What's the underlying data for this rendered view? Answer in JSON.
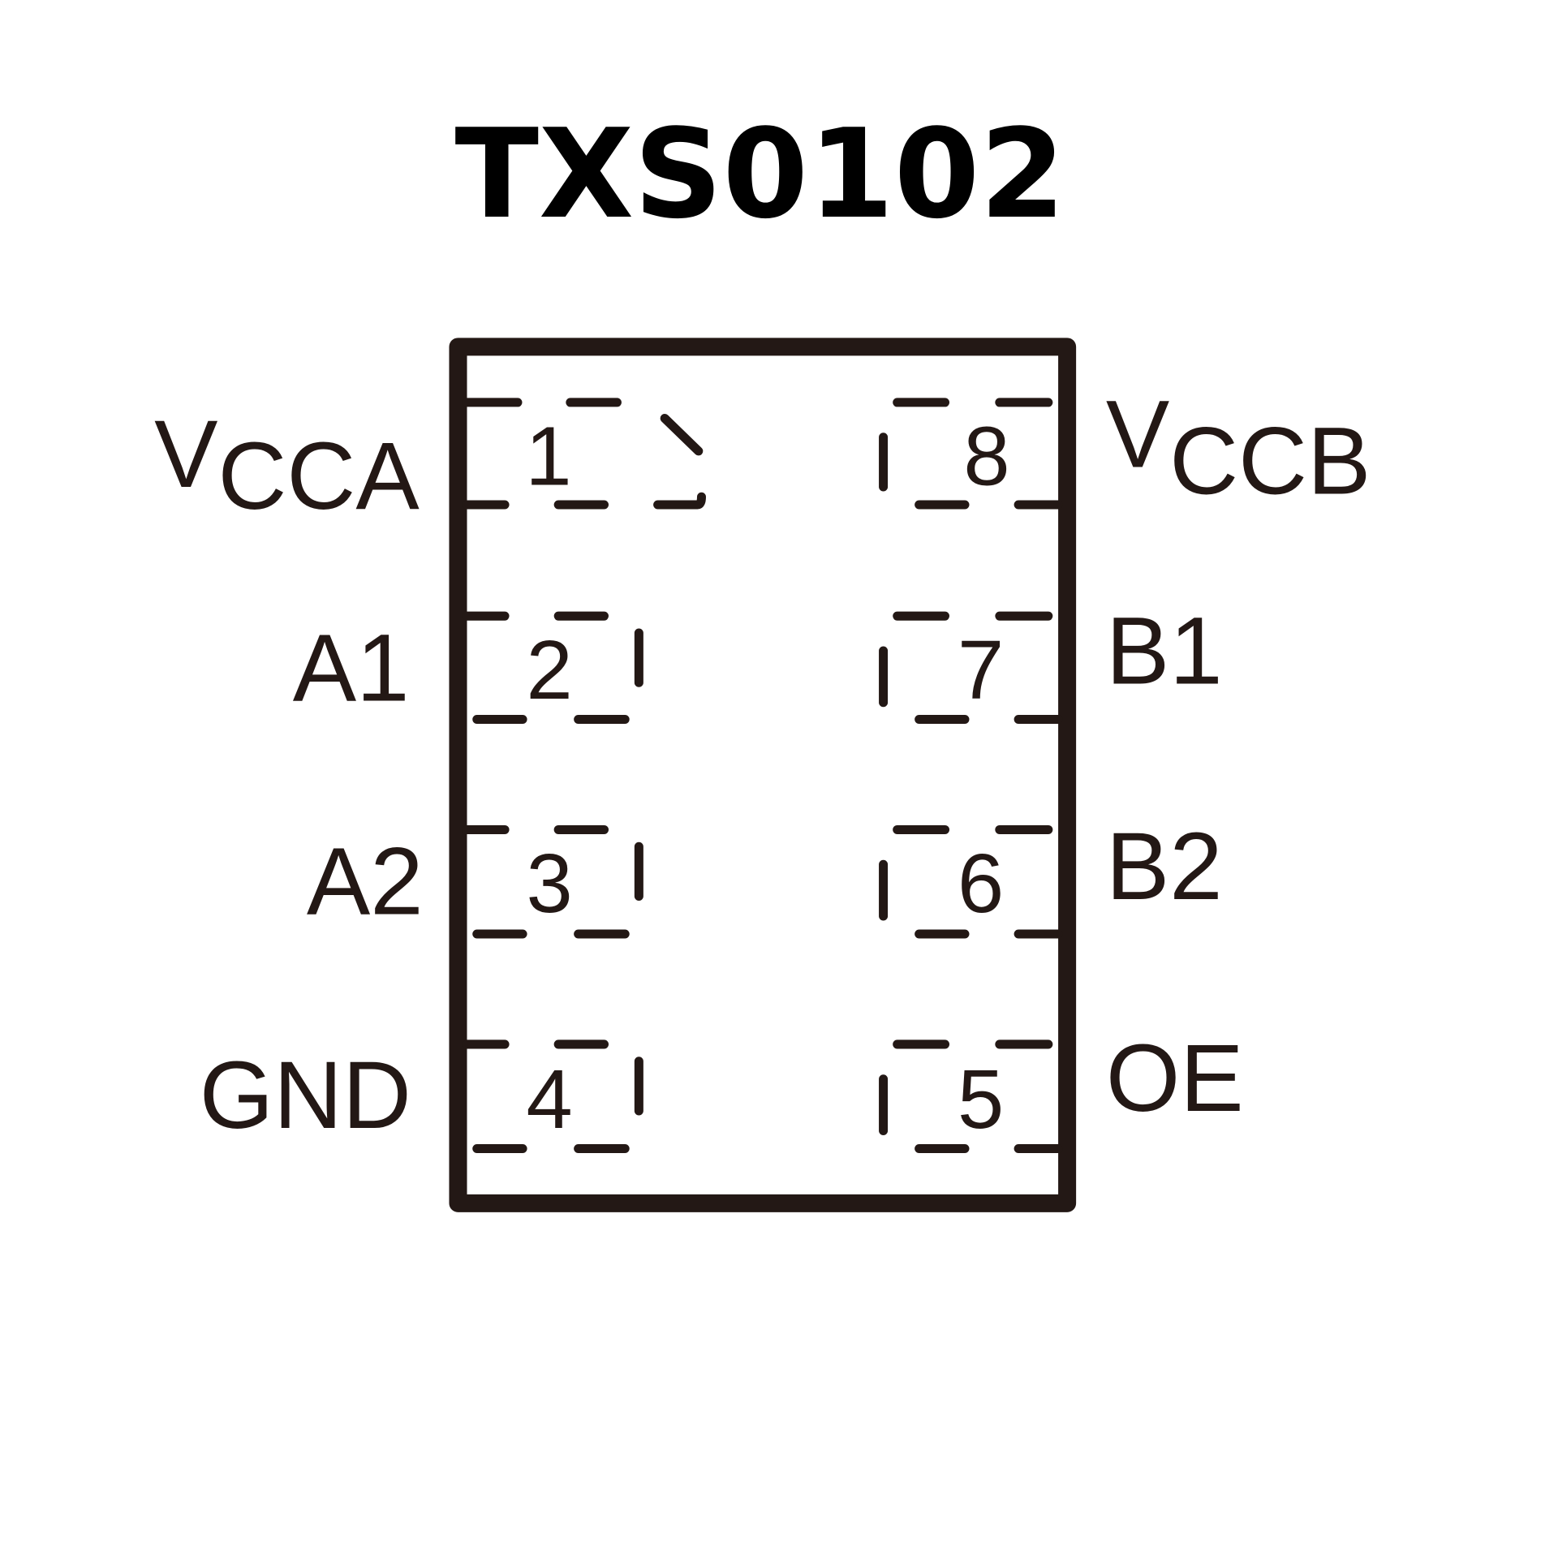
{
  "title": "TXS0102",
  "color": "#231815",
  "pins_left": [
    {
      "number": "1",
      "name_main": "V",
      "name_sub": "CCA"
    },
    {
      "number": "2",
      "name": "A1"
    },
    {
      "number": "3",
      "name": "A2"
    },
    {
      "number": "4",
      "name": "GND"
    }
  ],
  "pins_right": [
    {
      "number": "8",
      "name_main": "V",
      "name_sub": "CCB"
    },
    {
      "number": "7",
      "name": "B1"
    },
    {
      "number": "6",
      "name": "B2"
    },
    {
      "number": "5",
      "name": "OE"
    }
  ]
}
